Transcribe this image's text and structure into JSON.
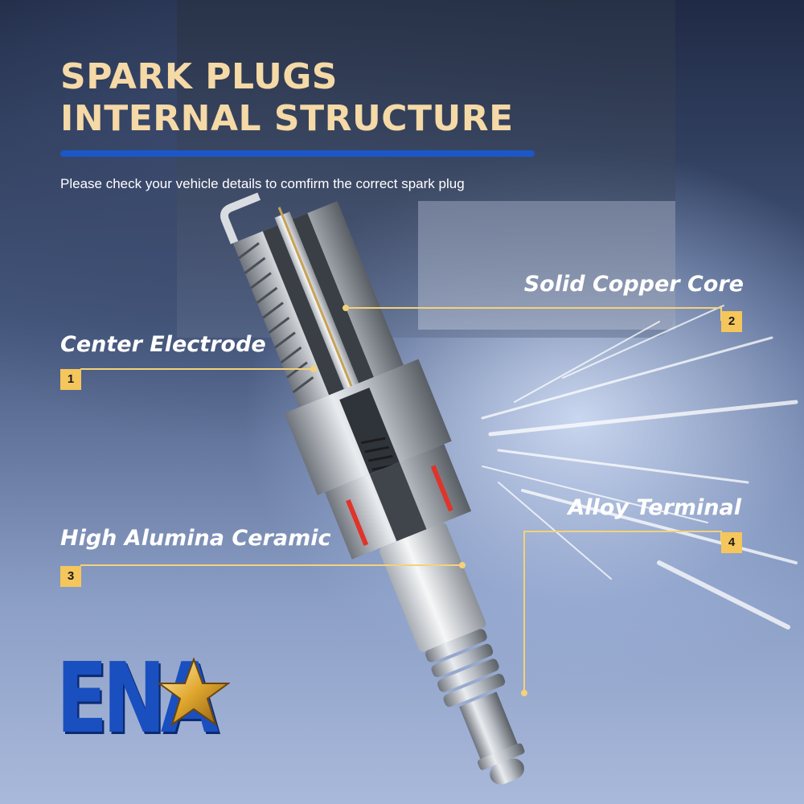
{
  "header": {
    "title_line1": "SPARK PLUGS",
    "title_line2": "INTERNAL STRUCTURE",
    "subtitle": "Please check your vehicle details to comfirm the correct spark plug"
  },
  "callouts": [
    {
      "number": "1",
      "label": "Center Electrode"
    },
    {
      "number": "2",
      "label": "Solid Copper Core"
    },
    {
      "number": "3",
      "label": "High Alumina Ceramic"
    },
    {
      "number": "4",
      "label": "Alloy Terminal"
    }
  ],
  "logo": {
    "text": "ENA"
  },
  "colors": {
    "accent_blue": "#1c57c8",
    "badge_yellow": "#f5c65c",
    "title_cream": "#f5d9a6",
    "leader_line": "#f3d27a"
  },
  "icons": {
    "logo_star": "gold-star-icon"
  }
}
